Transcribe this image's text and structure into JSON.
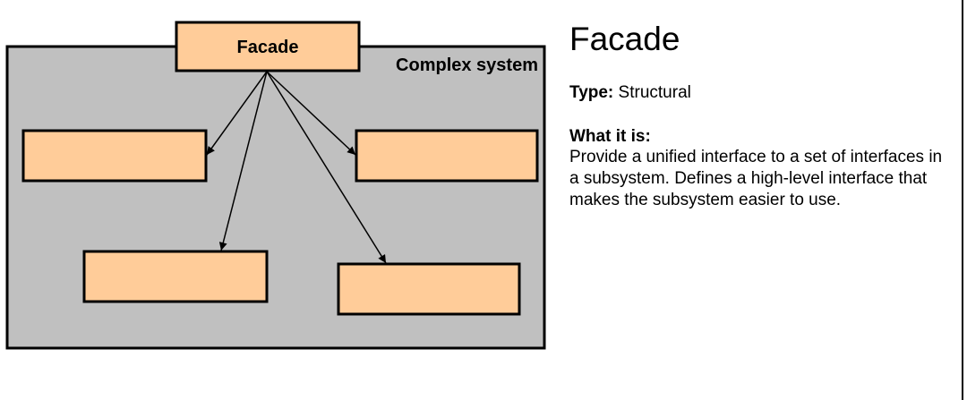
{
  "diagram": {
    "facade_label": "Facade",
    "system_label": "Complex system",
    "colors": {
      "system_fill": "#c0c0c0",
      "box_fill": "#ffcc99",
      "stroke": "#000000"
    }
  },
  "panel": {
    "title": "Facade",
    "type_label": "Type:",
    "type_value": "Structural",
    "what_label": "What it is:",
    "what_text": "Provide a unified interface to a set of interfaces in a subsystem. Defines a high-level interface that makes the subsystem easier to use."
  }
}
